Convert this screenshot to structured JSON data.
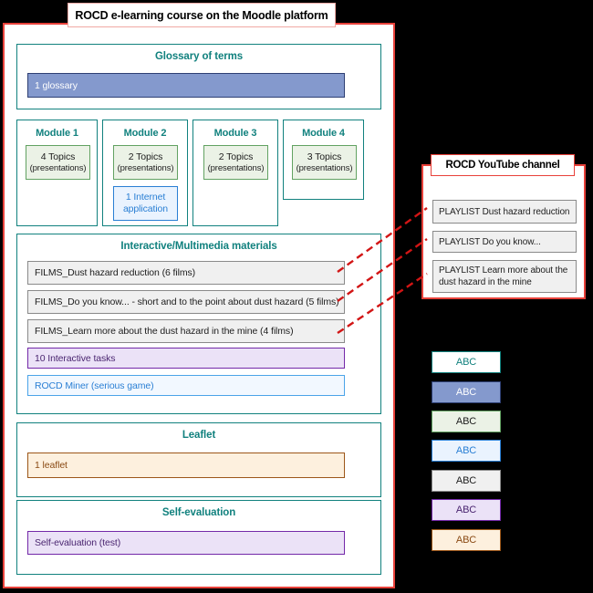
{
  "course_panel": {
    "title": "ROCD e-learning course on the Moodle platform",
    "sections": [
      {
        "name": "glossary",
        "title": "Glossary of terms",
        "items": [
          {
            "label": "1 glossary",
            "style": "chip-blue"
          }
        ]
      },
      {
        "name": "interactive-multimedia",
        "title": "Interactive/Multimedia materials",
        "items": [
          {
            "label": "FILMS_Dust hazard reduction (6 films)",
            "style": "chip-gray"
          },
          {
            "label": "FILMS_Do you know... - short and to the point about dust hazard (5 films)",
            "style": "chip-gray"
          },
          {
            "label": "FILMS_Learn more about the dust hazard in the mine (4 films)",
            "style": "chip-gray"
          },
          {
            "label": "10 Interactive tasks",
            "style": "chip-purple"
          },
          {
            "label": "ROCD Miner (serious game)",
            "style": "chip-skyblue"
          }
        ]
      },
      {
        "name": "leaflet",
        "title": "Leaflet",
        "items": [
          {
            "label": "1 leaflet",
            "style": "chip-orange"
          }
        ]
      },
      {
        "name": "self-evaluation",
        "title": "Self-evaluation",
        "items": [
          {
            "label": "Self-evaluation (test)",
            "style": "chip-purple"
          }
        ]
      }
    ],
    "modules": [
      {
        "title": "Module 1",
        "items": [
          {
            "main": "4 Topics",
            "sub": "(presentations)",
            "style": "chip-green"
          }
        ]
      },
      {
        "title": "Module 2",
        "items": [
          {
            "main": "2 Topics",
            "sub": "(presentations)",
            "style": "chip-green"
          },
          {
            "main": "1 Internet",
            "sub": "application",
            "style": "chip-ltblue"
          }
        ]
      },
      {
        "title": "Module 3",
        "items": [
          {
            "main": "2 Topics",
            "sub": "(presentations)",
            "style": "chip-green"
          }
        ]
      },
      {
        "title": "Module 4",
        "items": [
          {
            "main": "3 Topics",
            "sub": "(presentations)",
            "style": "chip-green"
          }
        ]
      }
    ]
  },
  "youtube_panel": {
    "title": "ROCD YouTube channel",
    "playlists": [
      {
        "label": "PLAYLIST Dust hazard reduction"
      },
      {
        "label": "PLAYLIST Do you know..."
      },
      {
        "label": "PLAYLIST Learn more about the dust hazard in the mine"
      }
    ]
  },
  "legend": {
    "items": [
      {
        "label": "ABC",
        "style": "chip-teal"
      },
      {
        "label": "ABC",
        "style": "chip-blue"
      },
      {
        "label": "ABC",
        "style": "chip-green"
      },
      {
        "label": "ABC",
        "style": "chip-ltblue"
      },
      {
        "label": "ABC",
        "style": "chip-gray"
      },
      {
        "label": "ABC",
        "style": "chip-purple"
      },
      {
        "label": "ABC",
        "style": "chip-orange"
      }
    ]
  },
  "colors": {
    "background": "#000000",
    "panel_border": "#e8413a",
    "section_border": "#11817e",
    "connector": "#d21515"
  }
}
